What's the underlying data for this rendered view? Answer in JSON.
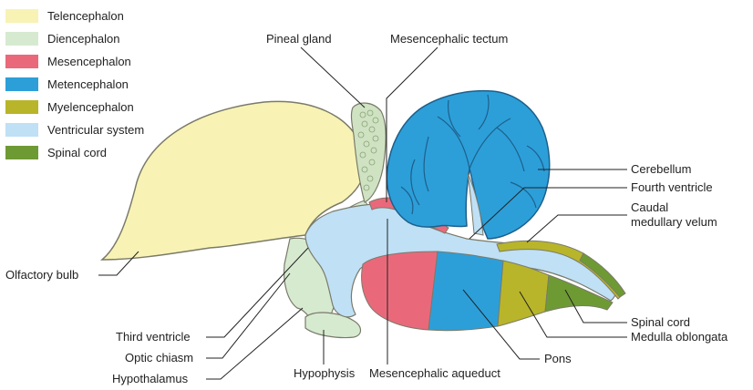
{
  "legend": [
    {
      "label": "Telencephalon",
      "color": "#f8f3b4"
    },
    {
      "label": "Diencephalon",
      "color": "#d6ead0"
    },
    {
      "label": "Mesencephalon",
      "color": "#e9697b"
    },
    {
      "label": "Metencephalon",
      "color": "#2c9fd9"
    },
    {
      "label": "Myelencephalon",
      "color": "#b8b52a"
    },
    {
      "label": "Ventricular system",
      "color": "#bfe0f5"
    },
    {
      "label": "Spinal cord",
      "color": "#6e9a34"
    }
  ],
  "labels": {
    "pineal_gland": "Pineal gland",
    "mesencephalic_tectum": "Mesencephalic tectum",
    "cerebellum": "Cerebellum",
    "fourth_ventricle": "Fourth ventricle",
    "caudal_medullary_velum_1": "Caudal",
    "caudal_medullary_velum_2": "medullary velum",
    "olfactory_bulb": "Olfactory bulb",
    "spinal_cord": "Spinal cord",
    "medulla_oblongata": "Medulla oblongata",
    "pons": "Pons",
    "third_ventricle": "Third ventricle",
    "optic_chiasm": "Optic chiasm",
    "hypothalamus": "Hypothalamus",
    "hypophysis": "Hypophysis",
    "mesencephalic_aqueduct": "Mesencephalic aqueduct"
  },
  "colors": {
    "outline": "#7a7a6a",
    "pineal": "#cfe3c2",
    "cerebellum_outline": "#1e5f8a"
  }
}
